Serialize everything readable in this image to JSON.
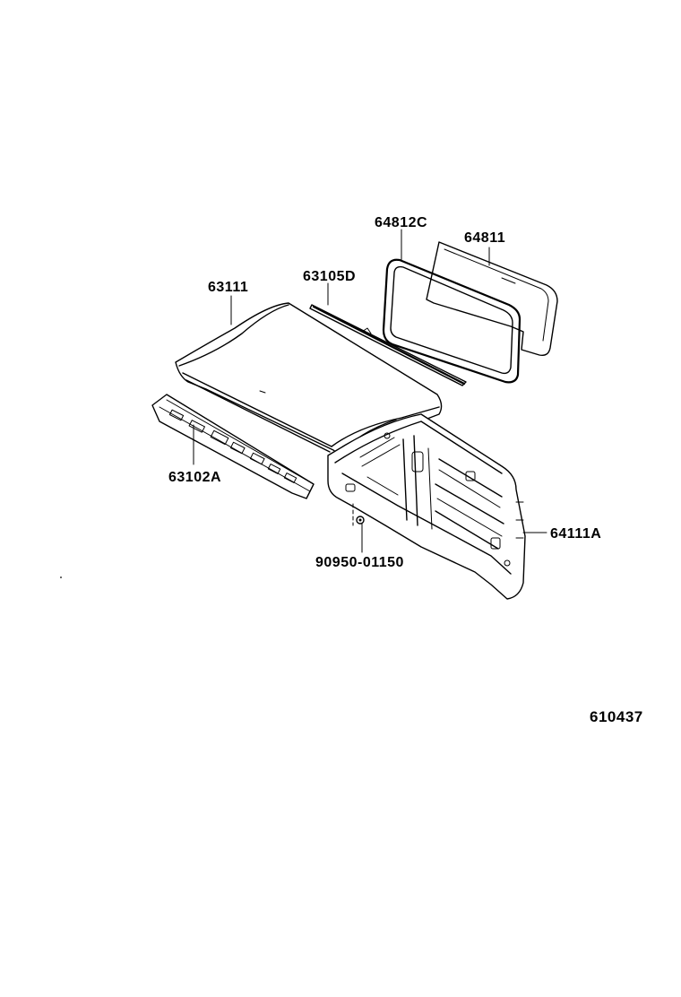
{
  "parts": {
    "roof_panel": "63111",
    "roof_header_seal": "63105D",
    "back_window_weatherstrip": "64812C",
    "back_window_glass": "64811",
    "front_roof_header": "63102A",
    "back_panel": "64111A",
    "plug": "90950-01150"
  },
  "figure_ref": "610437",
  "colors": {
    "line": "#000000",
    "background": "#ffffff"
  }
}
